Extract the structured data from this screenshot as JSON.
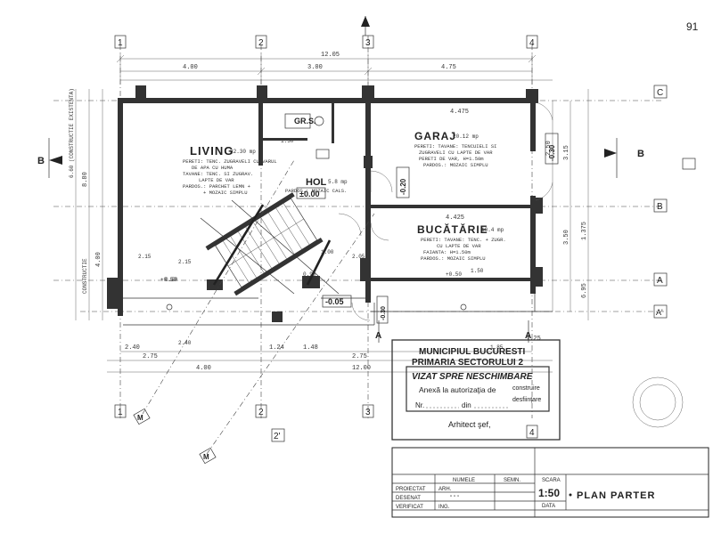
{
  "page_number": "91",
  "grid": {
    "columns": [
      "1",
      "2",
      "3",
      "4"
    ],
    "rows": [
      "A",
      "B",
      "C",
      "A'"
    ],
    "extra_axis": "2'",
    "section_marks": [
      "B",
      "B",
      "A",
      "A"
    ],
    "diag_axes": [
      "M",
      "M"
    ]
  },
  "rooms": {
    "living": {
      "name": "LIVING",
      "area": "32.30 mp",
      "notes": [
        "PERETI: TENC. ZUGRAVELI CU VARUL",
        "DE APA CU HUMA",
        "TAVANE: TENC. SI ZUGRAV.",
        "LAPTE DE VAR",
        "PARDOS.: PARCHET LEMN +",
        "+ MOZAIC SIMPLU"
      ]
    },
    "gr_s": {
      "name": "GR.S."
    },
    "hol": {
      "name": "HOL",
      "area": "5.8 mp",
      "notes": [
        "PARDOS.: MOZAIC CALS."
      ]
    },
    "garaj": {
      "name": "GARAJ",
      "area": "20.12 mp",
      "notes": [
        "PERETI: TAVANE: TENCUIELI SI",
        "ZUGRAVELI CU LAPTE DE VAR",
        "PERETI DE VAR, H=1.50m",
        "PARDOS.: MOZAIC SIMPLU"
      ]
    },
    "bucatarie": {
      "name": "BUCĂTĂRIE",
      "area": "10.4 mp",
      "notes": [
        "PERETI: TAVANE: TENC. + ZUGR.",
        "CU LAPTE DE VAR",
        "FAIANTA: H=1.50m",
        "PARDOS.: MOZAIC SIMPLU"
      ]
    }
  },
  "levels": {
    "hol": "±0.00",
    "garaj": "-0.20",
    "living": "+0.50",
    "terrace": "+0.50",
    "step": "-0.05",
    "exterior": "-0.30",
    "ext2": "-0.30"
  },
  "dimensions": {
    "top_overall": "12.05",
    "top_segments": [
      "4.00",
      "3.00",
      "4.75"
    ],
    "bottom_overall": "12.00",
    "bottom_segments": [
      "2.40",
      "2.75",
      "1.24",
      "1.48",
      "4.00",
      "1.25",
      "2.75"
    ],
    "garaj_width": "4.475",
    "buc_width": "4.425",
    "right_segments": [
      "2.50",
      "3.15",
      "3.50",
      "1.375",
      "6.95"
    ],
    "left_segments": [
      "8.80",
      "4.00"
    ],
    "misc": [
      "1.30",
      "2.15",
      "2.05",
      "2.15",
      "1.00",
      "1.50",
      "2.40",
      "1.85",
      "0.90",
      "0.50"
    ],
    "vertical_label": "6.60 (CONSTRUCTIE EXISTENTA)",
    "vertical_label2": "CONSTRUCTIE"
  },
  "stamp": {
    "line1": "MUNICIPIUL BUCURESTI",
    "line2": "PRIMARIA SECTORULUI 2",
    "line3": "VIZAT SPRE NESCHIMBARE",
    "line4": "Anexă la autorizaţia de",
    "line4b": "construire",
    "line5": "Nr.",
    "line5b": "din",
    "line5c": "desfiinţare",
    "line6": "Arhitect şef,"
  },
  "title_block": {
    "col_numele": "NUMELE",
    "col_semn": "SEMN.",
    "col_scara": "SCARA",
    "row_proiectat": "PROIECTAT",
    "row_desenat": "DESENAT",
    "row_verificat": "VERIFICAT",
    "proiectat_name": "ARH.",
    "verificat_name": "ING.",
    "desenat_name": "\" \" \"",
    "scale": "1:50",
    "data_label": "DATA",
    "drawing_title": "PLAN PARTER"
  }
}
